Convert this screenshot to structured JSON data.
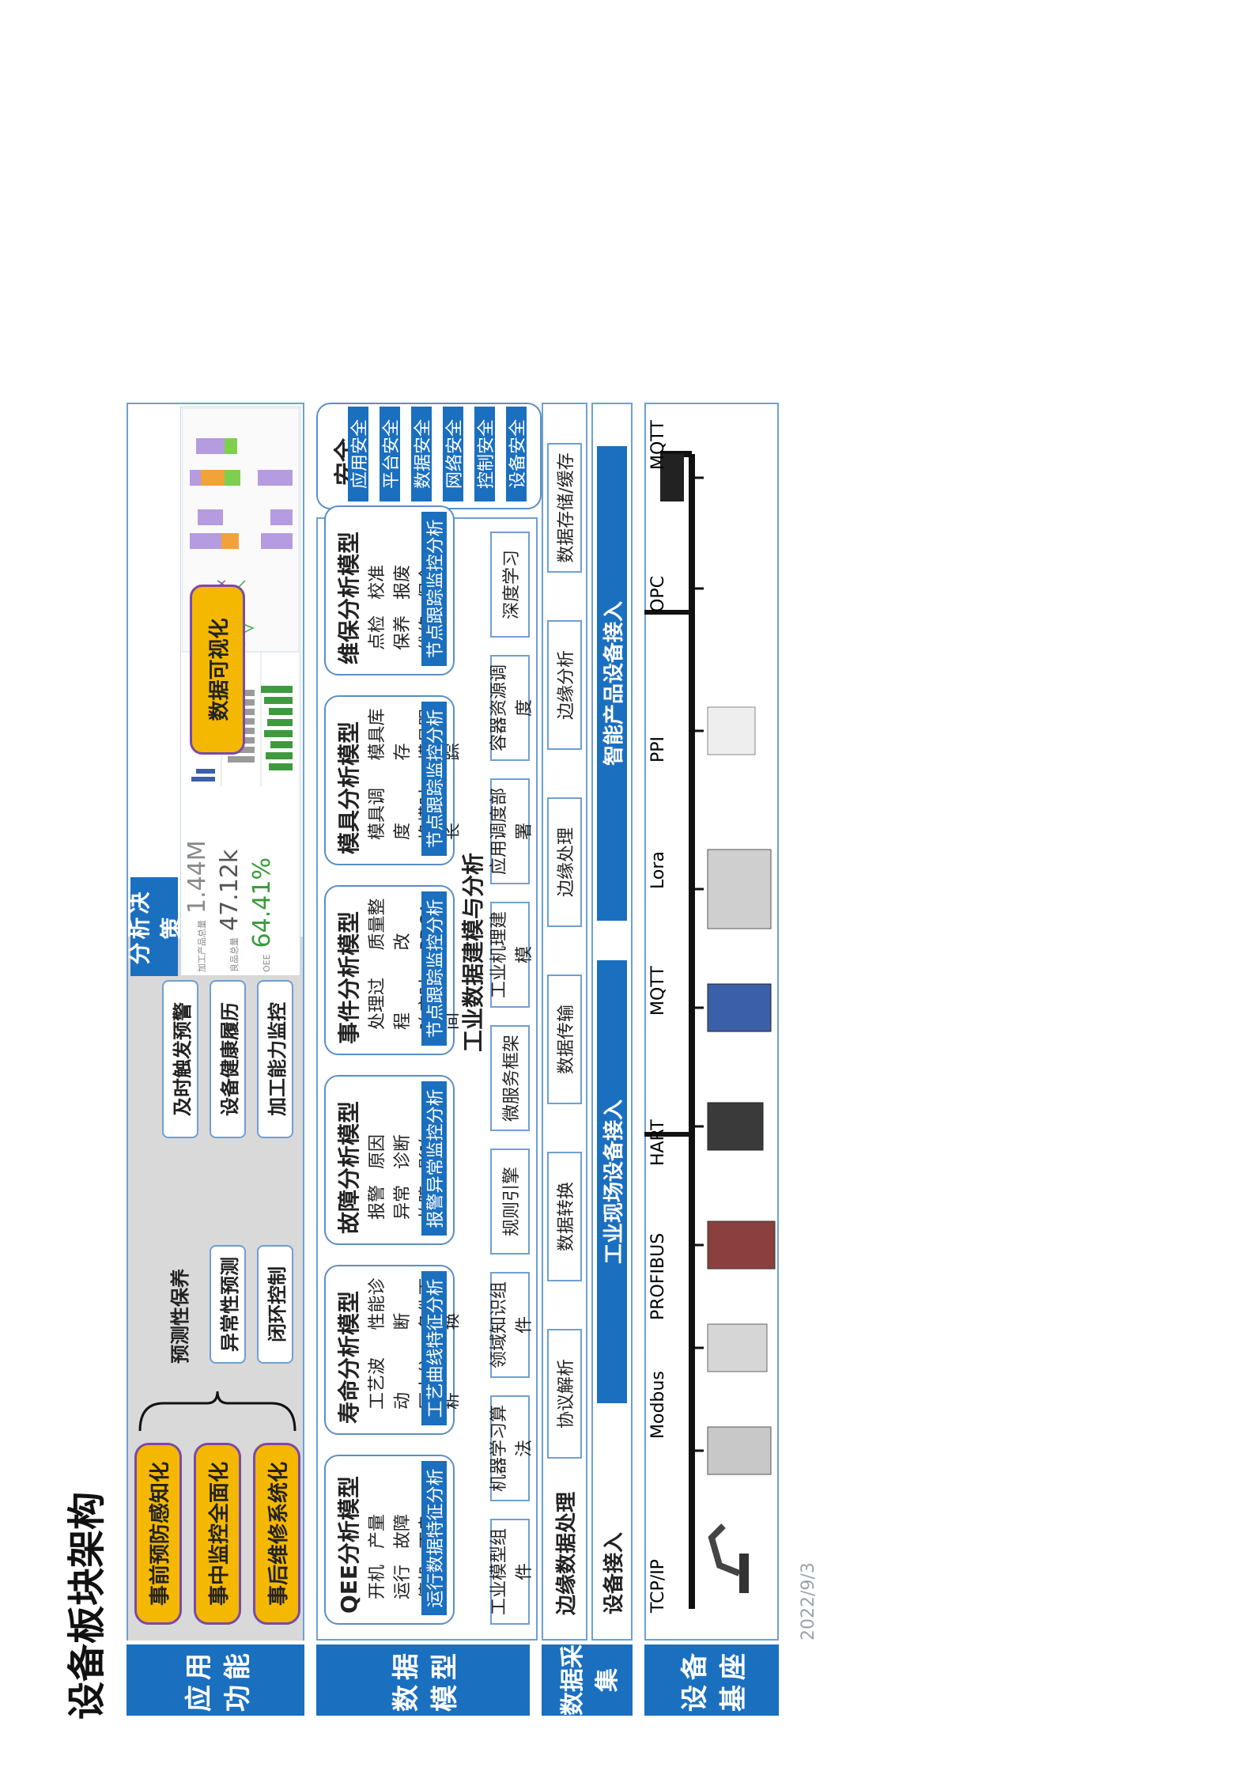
{
  "page_title": "设备板块架构",
  "date": "2022/9/3",
  "rows": {
    "app": "应用功能",
    "model": "数据模型",
    "collect": "数据采集",
    "base": "设备基座"
  },
  "app": {
    "gold_items": [
      "事前预防感知化",
      "事中监控全面化",
      "事后维修系统化"
    ],
    "predictive_label": "预测性保养",
    "predictive_items": [
      "异常性预测",
      "闭环控制"
    ],
    "right_items": [
      "及时触发预警",
      "设备健康履历",
      "加工能力监控"
    ],
    "decision": "分析决策",
    "viz_label": "数据可视化",
    "kpis": [
      {
        "label": "加工产品总量",
        "value": "1.44M"
      },
      {
        "label": "良品总量",
        "value": "47.12k"
      },
      {
        "label": "OEE",
        "value": "64.41%"
      }
    ]
  },
  "security": {
    "title": "安全",
    "items": [
      "应用安全",
      "平台安全",
      "数据安全",
      "网络安全",
      "控制安全",
      "设备安全"
    ]
  },
  "models": [
    {
      "title": "QEE分析模型",
      "col1": [
        "开机",
        "运行",
        "停机"
      ],
      "col2": [
        "产量",
        "故障",
        "不良"
      ],
      "bar": "运行数据特征分析"
    },
    {
      "title": "寿命分析模型",
      "col1": [
        "工艺波动",
        "历史分析"
      ],
      "col2": [
        "性能诊断",
        "备件更换",
        "次数"
      ],
      "bar": "工艺曲线特征分析"
    },
    {
      "title": "故障分析模型",
      "col1": [
        "报警",
        "异常",
        "故障"
      ],
      "col2": [
        "原因",
        "诊断",
        "影响"
      ],
      "bar": "报警异常监控分析"
    },
    {
      "title": "事件分析模型",
      "col1": [
        "处理过程",
        "响应时间"
      ],
      "col2": [
        "质量整改",
        "PDCA"
      ],
      "bar": "节点跟踪监控分析"
    },
    {
      "title": "模具分析模型",
      "col1": [
        "模具调度",
        "换模时长"
      ],
      "col2": [
        "模具库存",
        "模具跟踪"
      ],
      "bar": "节点跟踪监控分析"
    },
    {
      "title": "维保分析模型",
      "col1": [
        "点检",
        "保养",
        "维修"
      ],
      "col2": [
        "校准",
        "报废",
        "保全"
      ],
      "bar": "节点跟踪监控分析"
    }
  ],
  "modeling": {
    "title": "工业数据建模与分析",
    "items": [
      "工业模型组件",
      "机器学习算法",
      "领域知识组件",
      "规则引擎",
      "微服务框架",
      "工业机理建模",
      "应用调度部署",
      "容器资源调度",
      "深度学习"
    ]
  },
  "edge": {
    "title": "边缘数据处理",
    "items": [
      "协议解析",
      "数据转换",
      "数据传输",
      "边缘处理",
      "边缘分析",
      "数据存储/缓存"
    ]
  },
  "access": {
    "title": "设备接入",
    "field": "工业现场设备接入",
    "smart": "智能产品设备接入"
  },
  "protocols": [
    "TCP/IP",
    "Modbus",
    "PROFIBUS",
    "HART",
    "MQTT",
    "Lora",
    "PPI",
    "OPC",
    "MQTT"
  ],
  "colors": {
    "primary": "#1b6fbf",
    "gold": "#f5b800",
    "purple_border": "#7a4aa8",
    "grey_panel": "#d9d9d9"
  }
}
